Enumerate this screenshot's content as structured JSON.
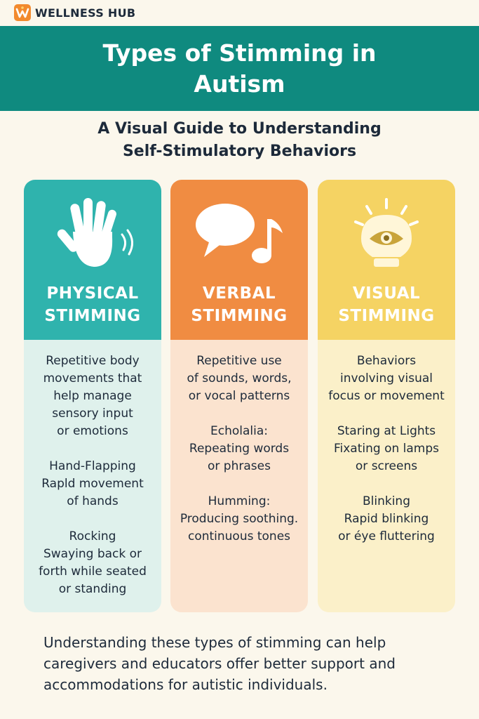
{
  "brand": {
    "name": "WELLNESS HUB",
    "logo_letter": "W"
  },
  "header": {
    "title": "Types of Stimming in Autism"
  },
  "subtitle": {
    "line1": "A Visual Guide to Understanding",
    "line2": "Self-Stimulatory Behaviors"
  },
  "cards": [
    {
      "icon": "waving-hand-icon",
      "heading": [
        "PHYSICAL",
        "STIMMING"
      ],
      "paragraphs": [
        [
          "Repetitive body",
          "movements that",
          "help manage",
          "sensory input",
          "or emotions"
        ],
        [
          "Hand-Flapping",
          "Rapld movement",
          "of hands"
        ],
        [
          "Rocking",
          "Swaying back or",
          "forth while seated",
          "or standing"
        ]
      ]
    },
    {
      "icon": "speech-bubble-music-note-icon",
      "heading": [
        "VERBAL",
        "STIMMING"
      ],
      "paragraphs": [
        [
          "Repetitive use",
          "of sounds, words,",
          "or vocal patterns"
        ],
        [
          "Echolalia:",
          "Repeating words",
          "or phrases"
        ],
        [
          "Humming:",
          "Producing soothing.",
          "continuous tones"
        ]
      ]
    },
    {
      "icon": "lightbulb-eye-icon",
      "heading": [
        "VISUAL",
        "STIMMING"
      ],
      "paragraphs": [
        [
          "Behaviors",
          "involving visual",
          "focus or movement"
        ],
        [
          "Staring at Lights",
          "Fixating on lamps",
          "or screens"
        ],
        [
          "Blinking",
          "Rapid blinking",
          "or éye fluttering"
        ]
      ]
    }
  ],
  "footer": {
    "lines": [
      "Understanding these types of stimming can help",
      "caregivers and educators offer better support and",
      "accommodations for autistic individuals."
    ]
  },
  "colors": {
    "teal_band": "#0f8a7f",
    "physical": "#2fb3ad",
    "verbal": "#f08c42",
    "visual": "#f5d363",
    "background": "#fbf7ec"
  }
}
